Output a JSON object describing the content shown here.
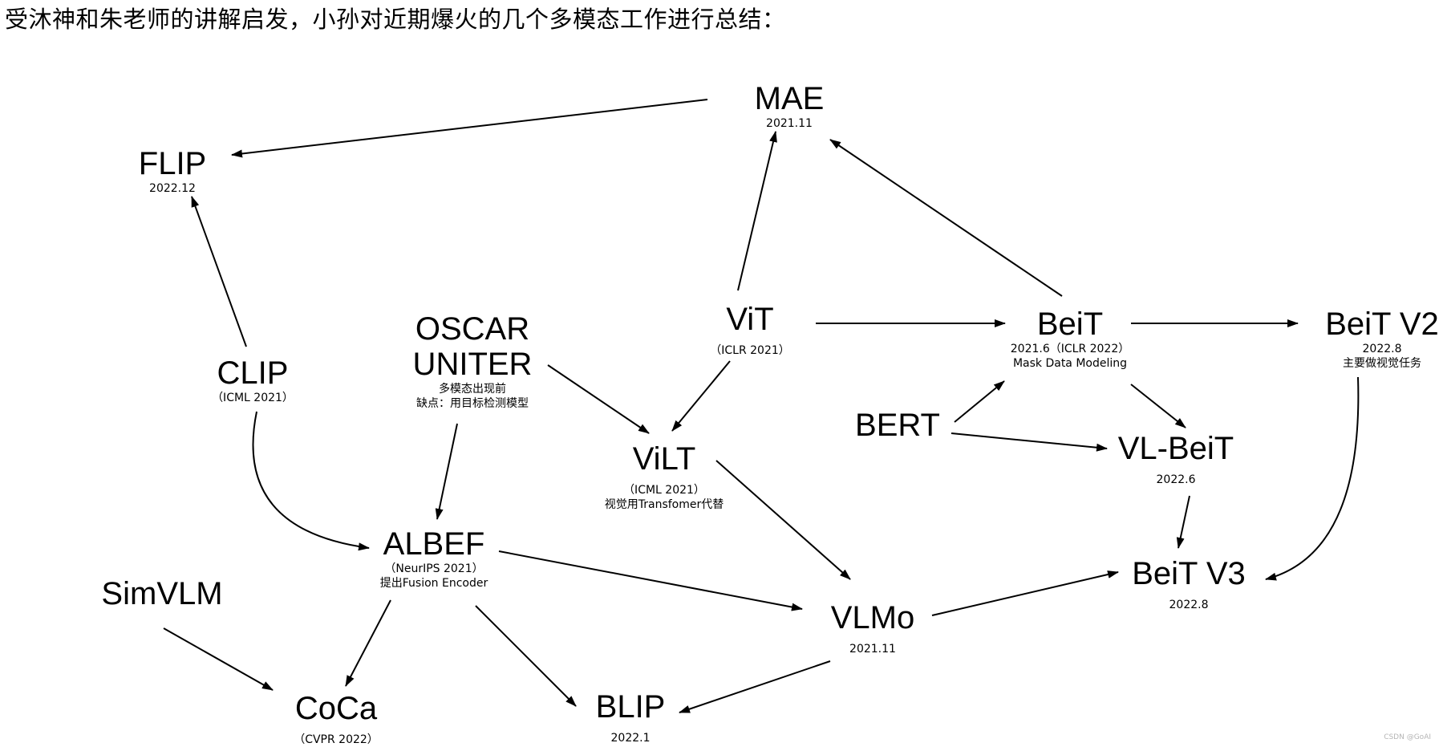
{
  "heading": "受沐神和朱老师的讲解启发，小孙对近期爆火的几个多模态工作进行总结：",
  "nodes": {
    "mae": {
      "name": "MAE",
      "sub1": "2021.11"
    },
    "flip": {
      "name": "FLIP",
      "sub1": "2022.12"
    },
    "vit": {
      "name": "ViT",
      "sub1": "（ICLR 2021）"
    },
    "oscar": {
      "name": "OSCAR",
      "name2": "UNITER",
      "sub1": "多模态出现前",
      "sub2": "缺点：用目标检测模型"
    },
    "clip": {
      "name": "CLIP",
      "sub1": "（ICML 2021）"
    },
    "beit": {
      "name": "BeiT",
      "sub1": "2021.6（ICLR 2022）",
      "sub2": "Mask Data Modeling"
    },
    "beitv2": {
      "name": "BeiT V2",
      "sub1": "2022.8",
      "sub2": "主要做视觉任务"
    },
    "bert": {
      "name": "BERT"
    },
    "vlbeit": {
      "name": "VL-BeiT",
      "sub1": "2022.6"
    },
    "vilt": {
      "name": "ViLT",
      "sub1": "（ICML 2021）",
      "sub2": "视觉用Transfomer代替"
    },
    "albef": {
      "name": "ALBEF",
      "sub1": "（NeurIPS 2021）",
      "sub2": "提出Fusion Encoder"
    },
    "simvlm": {
      "name": "SimVLM"
    },
    "beitv3": {
      "name": "BeiT V3",
      "sub1": "2022.8"
    },
    "vlmo": {
      "name": "VLMo",
      "sub1": "2021.11"
    },
    "coca": {
      "name": "CoCa",
      "sub1": "（CVPR 2022）"
    },
    "blip": {
      "name": "BLIP",
      "sub1": "2022.1"
    }
  },
  "edges": [
    {
      "from": "mae",
      "to": "flip"
    },
    {
      "from": "clip",
      "to": "flip"
    },
    {
      "from": "clip",
      "to": "albef"
    },
    {
      "from": "vit",
      "to": "mae"
    },
    {
      "from": "beit",
      "to": "mae"
    },
    {
      "from": "vit",
      "to": "beit"
    },
    {
      "from": "beit",
      "to": "beitv2"
    },
    {
      "from": "beit",
      "to": "vlbeit"
    },
    {
      "from": "bert",
      "to": "beit"
    },
    {
      "from": "bert",
      "to": "vlbeit"
    },
    {
      "from": "vlbeit",
      "to": "beitv3"
    },
    {
      "from": "beitv2",
      "to": "beitv3"
    },
    {
      "from": "vit",
      "to": "vilt"
    },
    {
      "from": "oscar",
      "to": "vilt"
    },
    {
      "from": "oscar",
      "to": "albef"
    },
    {
      "from": "vilt",
      "to": "vlmo"
    },
    {
      "from": "albef",
      "to": "vlmo"
    },
    {
      "from": "vlmo",
      "to": "beitv3"
    },
    {
      "from": "albef",
      "to": "coca"
    },
    {
      "from": "albef",
      "to": "blip"
    },
    {
      "from": "simvlm",
      "to": "coca"
    },
    {
      "from": "vlmo",
      "to": "blip"
    }
  ],
  "watermark": "CSDN @GoAI"
}
